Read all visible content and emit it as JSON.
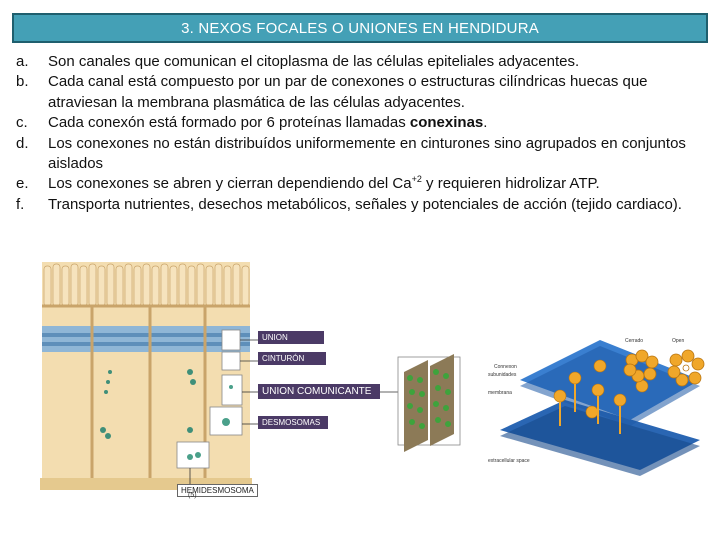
{
  "slide": {
    "title": "3. NEXOS FOCALES O UNIONES EN HENDIDURA",
    "items": [
      {
        "marker": "a.",
        "text": "Son canales que comunican el citoplasma de las células epiteliales adyacentes."
      },
      {
        "marker": "b.",
        "text": "Cada canal está compuesto por un par de conexones o estructuras cilíndricas huecas que atraviesan la membrana plasmática de las células adyacentes."
      },
      {
        "marker": "c.",
        "text_before": "Cada conexón está formado por 6 proteínas llamadas ",
        "bold": "conexinas",
        "text_after": "."
      },
      {
        "marker": "d.",
        "text": "Los conexones no están distribuídos uniformemente en cinturones sino agrupados en conjuntos aislados"
      },
      {
        "marker": "e.",
        "text_before": "Los conexones se abren y cierran dependiendo del Ca",
        "sup": "+2",
        "text_after": " y requieren hidrolizar ATP."
      },
      {
        "marker": "f.",
        "text": "Transporta nutrientes, desechos metabólicos, señales y potenciales de acción (tejido cardiaco)."
      }
    ]
  },
  "figure": {
    "labels": {
      "union": "UNION",
      "cinturon": "CINTURÓN",
      "comunicante": "UNION COMUNICANTE",
      "desmosomas": "DESMOSOMAS",
      "hemidesmosoma": "HEMIDESMOSOMA",
      "hemi_number": "(5)"
    },
    "small_text": {
      "cerrado": "Cerrado",
      "open": "Open",
      "connexon": "Connexon",
      "subunits": "subunidades",
      "membrane": "membrana",
      "extracellular": "extracellular space"
    },
    "colors": {
      "title_bg": "#44a0b6",
      "label_bg": "#4b3a66",
      "cell": "#f1d9a5",
      "membrane": "#2a66b3",
      "connexin": "#f0a72a"
    }
  }
}
